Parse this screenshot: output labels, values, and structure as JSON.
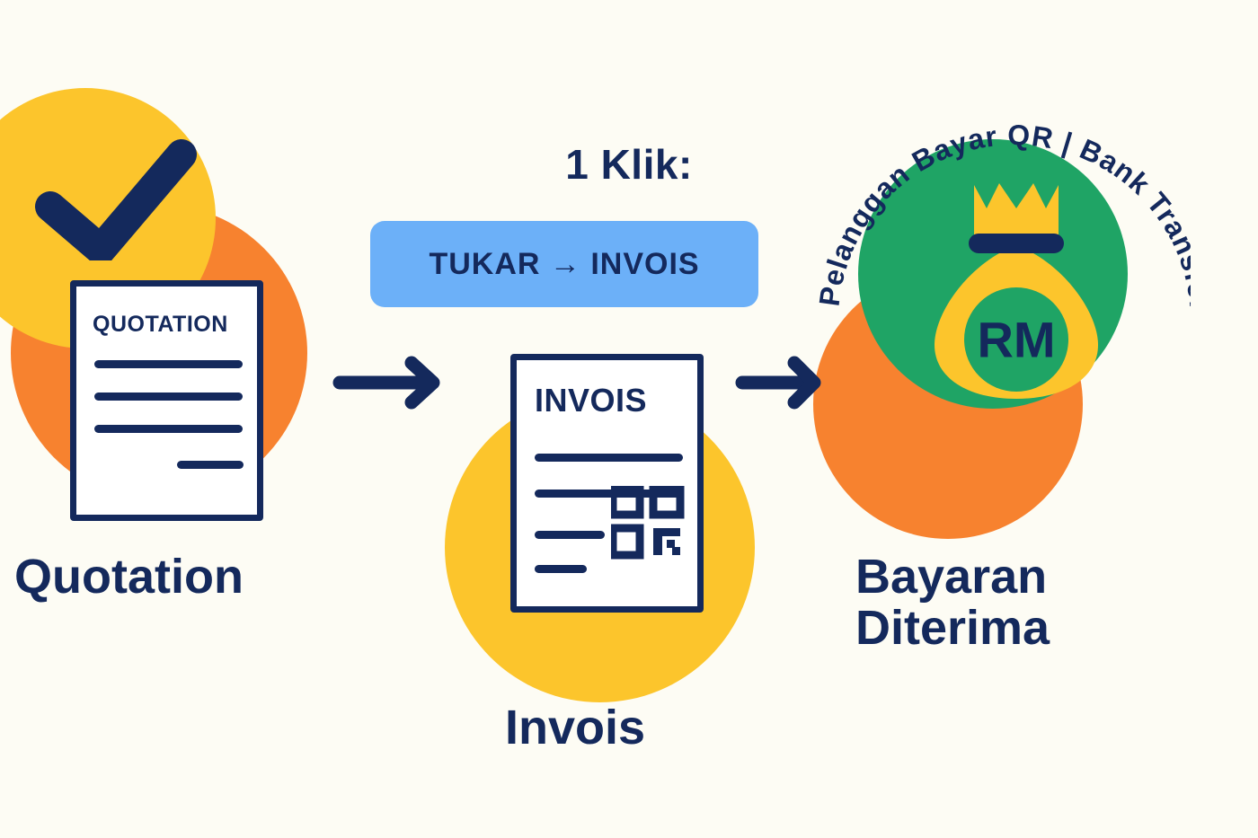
{
  "theme": {
    "background": "#fdfcf4",
    "navy": "#14295c",
    "yellow": "#fcc52c",
    "orange": "#f7822f",
    "green": "#1fa465",
    "blue": "#6cb0f8",
    "paper": "#ffffff"
  },
  "steps": {
    "quotation": {
      "document_title": "QUOTATION",
      "caption": "Quotation",
      "check_icon": "check-icon"
    },
    "invoice": {
      "document_title": "INVOIS",
      "caption": "Invois",
      "qr_icon": "qr-code-icon"
    },
    "payment": {
      "caption_line_1": "Bayaran",
      "caption_line_2": "Diterima",
      "currency_label": "RM",
      "curved_text": "Pelanggan Bayar QR | Bank Transfer",
      "money_bag_icon": "money-bag-icon"
    }
  },
  "center": {
    "headline": "1 Klik:",
    "action_button_label": "TUKAR → INVOIS"
  },
  "arrows": {
    "first": "arrow-right-icon",
    "second": "arrow-right-icon"
  }
}
